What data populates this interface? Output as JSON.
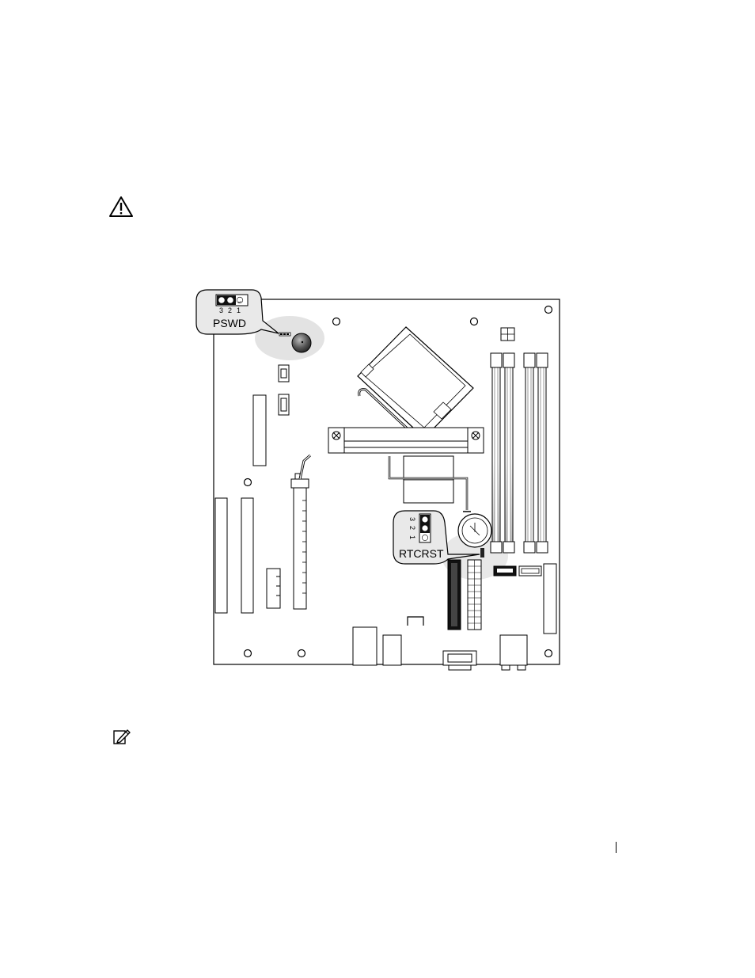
{
  "icons": {
    "caution": "caution-triangle-icon",
    "note": "note-pencil-icon"
  },
  "diagram": {
    "pswd_label": "PSWD",
    "pswd_pins": [
      "3",
      "2",
      "1"
    ],
    "rtcrst_label": "RTCRST",
    "rtcrst_pins": [
      "3",
      "2",
      "1"
    ]
  }
}
